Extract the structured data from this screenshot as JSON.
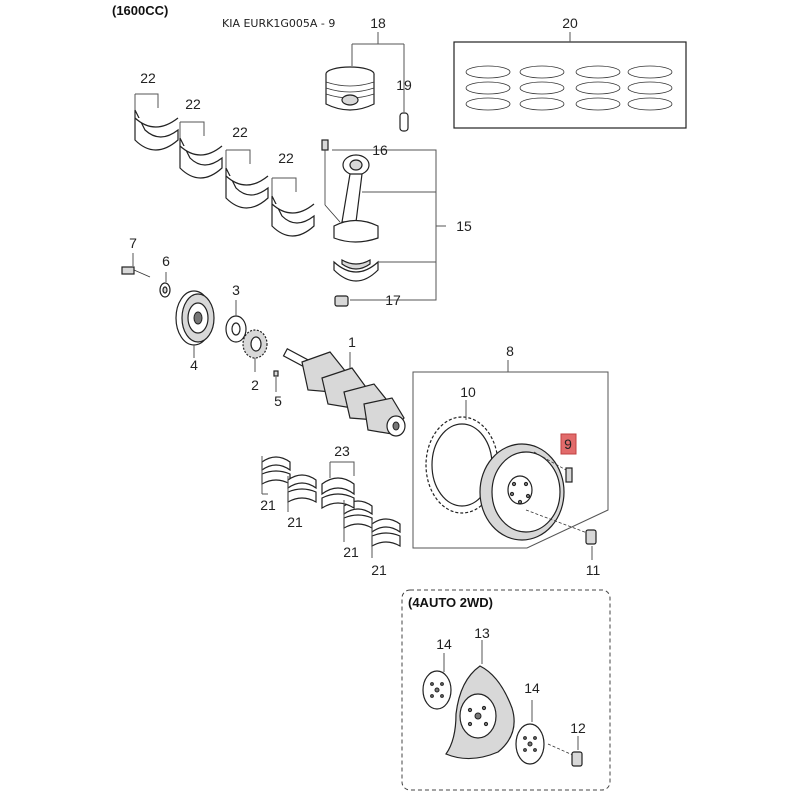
{
  "header": {
    "engine": "(1600CC)",
    "catalog": "KIA EURK1G005A - 9"
  },
  "auto_box": {
    "label": "(4AUTO 2WD)"
  },
  "highlight_color": "#e26b6b",
  "callouts": {
    "c1": "1",
    "c2": "2",
    "c3": "3",
    "c4": "4",
    "c5": "5",
    "c6": "6",
    "c7": "7",
    "c8": "8",
    "c9": "9",
    "c10": "10",
    "c11": "11",
    "c12": "12",
    "c13": "13",
    "c14a": "14",
    "c14b": "14",
    "c15": "15",
    "c16": "16",
    "c17": "17",
    "c18": "18",
    "c19": "19",
    "c20": "20",
    "c21a": "21",
    "c21b": "21",
    "c21c": "21",
    "c21d": "21",
    "c22a": "22",
    "c22b": "22",
    "c22c": "22",
    "c22d": "22",
    "c23": "23"
  }
}
